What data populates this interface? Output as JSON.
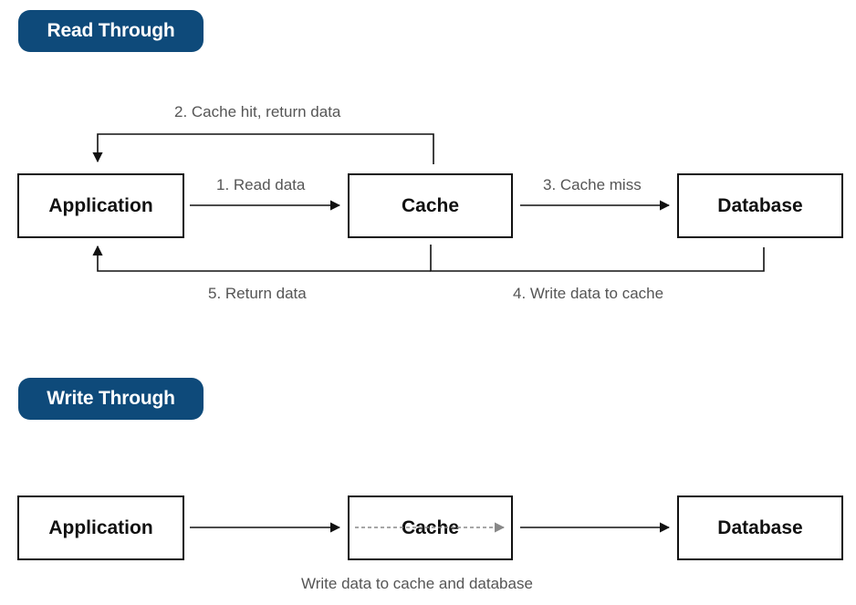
{
  "read_through": {
    "title": "Read Through",
    "nodes": {
      "app": "Application",
      "cache": "Cache",
      "db": "Database"
    },
    "steps": {
      "s1": "1. Read data",
      "s2": "2. Cache hit, return data",
      "s3": "3. Cache miss",
      "s4": "4. Write data to cache",
      "s5": "5. Return data"
    }
  },
  "write_through": {
    "title": "Write Through",
    "nodes": {
      "app": "Application",
      "cache": "Cache",
      "db": "Database"
    },
    "caption": "Write data to cache and database"
  },
  "colors": {
    "pill": "#0e4a7a",
    "line": "#111111",
    "dashed": "#888888",
    "label": "#555555"
  }
}
